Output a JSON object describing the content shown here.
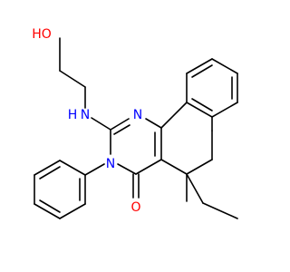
{
  "molecule": {
    "colors": {
      "bond": "#000000",
      "nitrogen": "#0000ff",
      "oxygen": "#ff0000",
      "background": "#ffffff"
    },
    "labels": {
      "hydroxyl": "HO",
      "amine": "N",
      "amine_h": "H",
      "ring_n1": "N",
      "ring_n3": "N",
      "carbonyl_o": "O"
    }
  }
}
